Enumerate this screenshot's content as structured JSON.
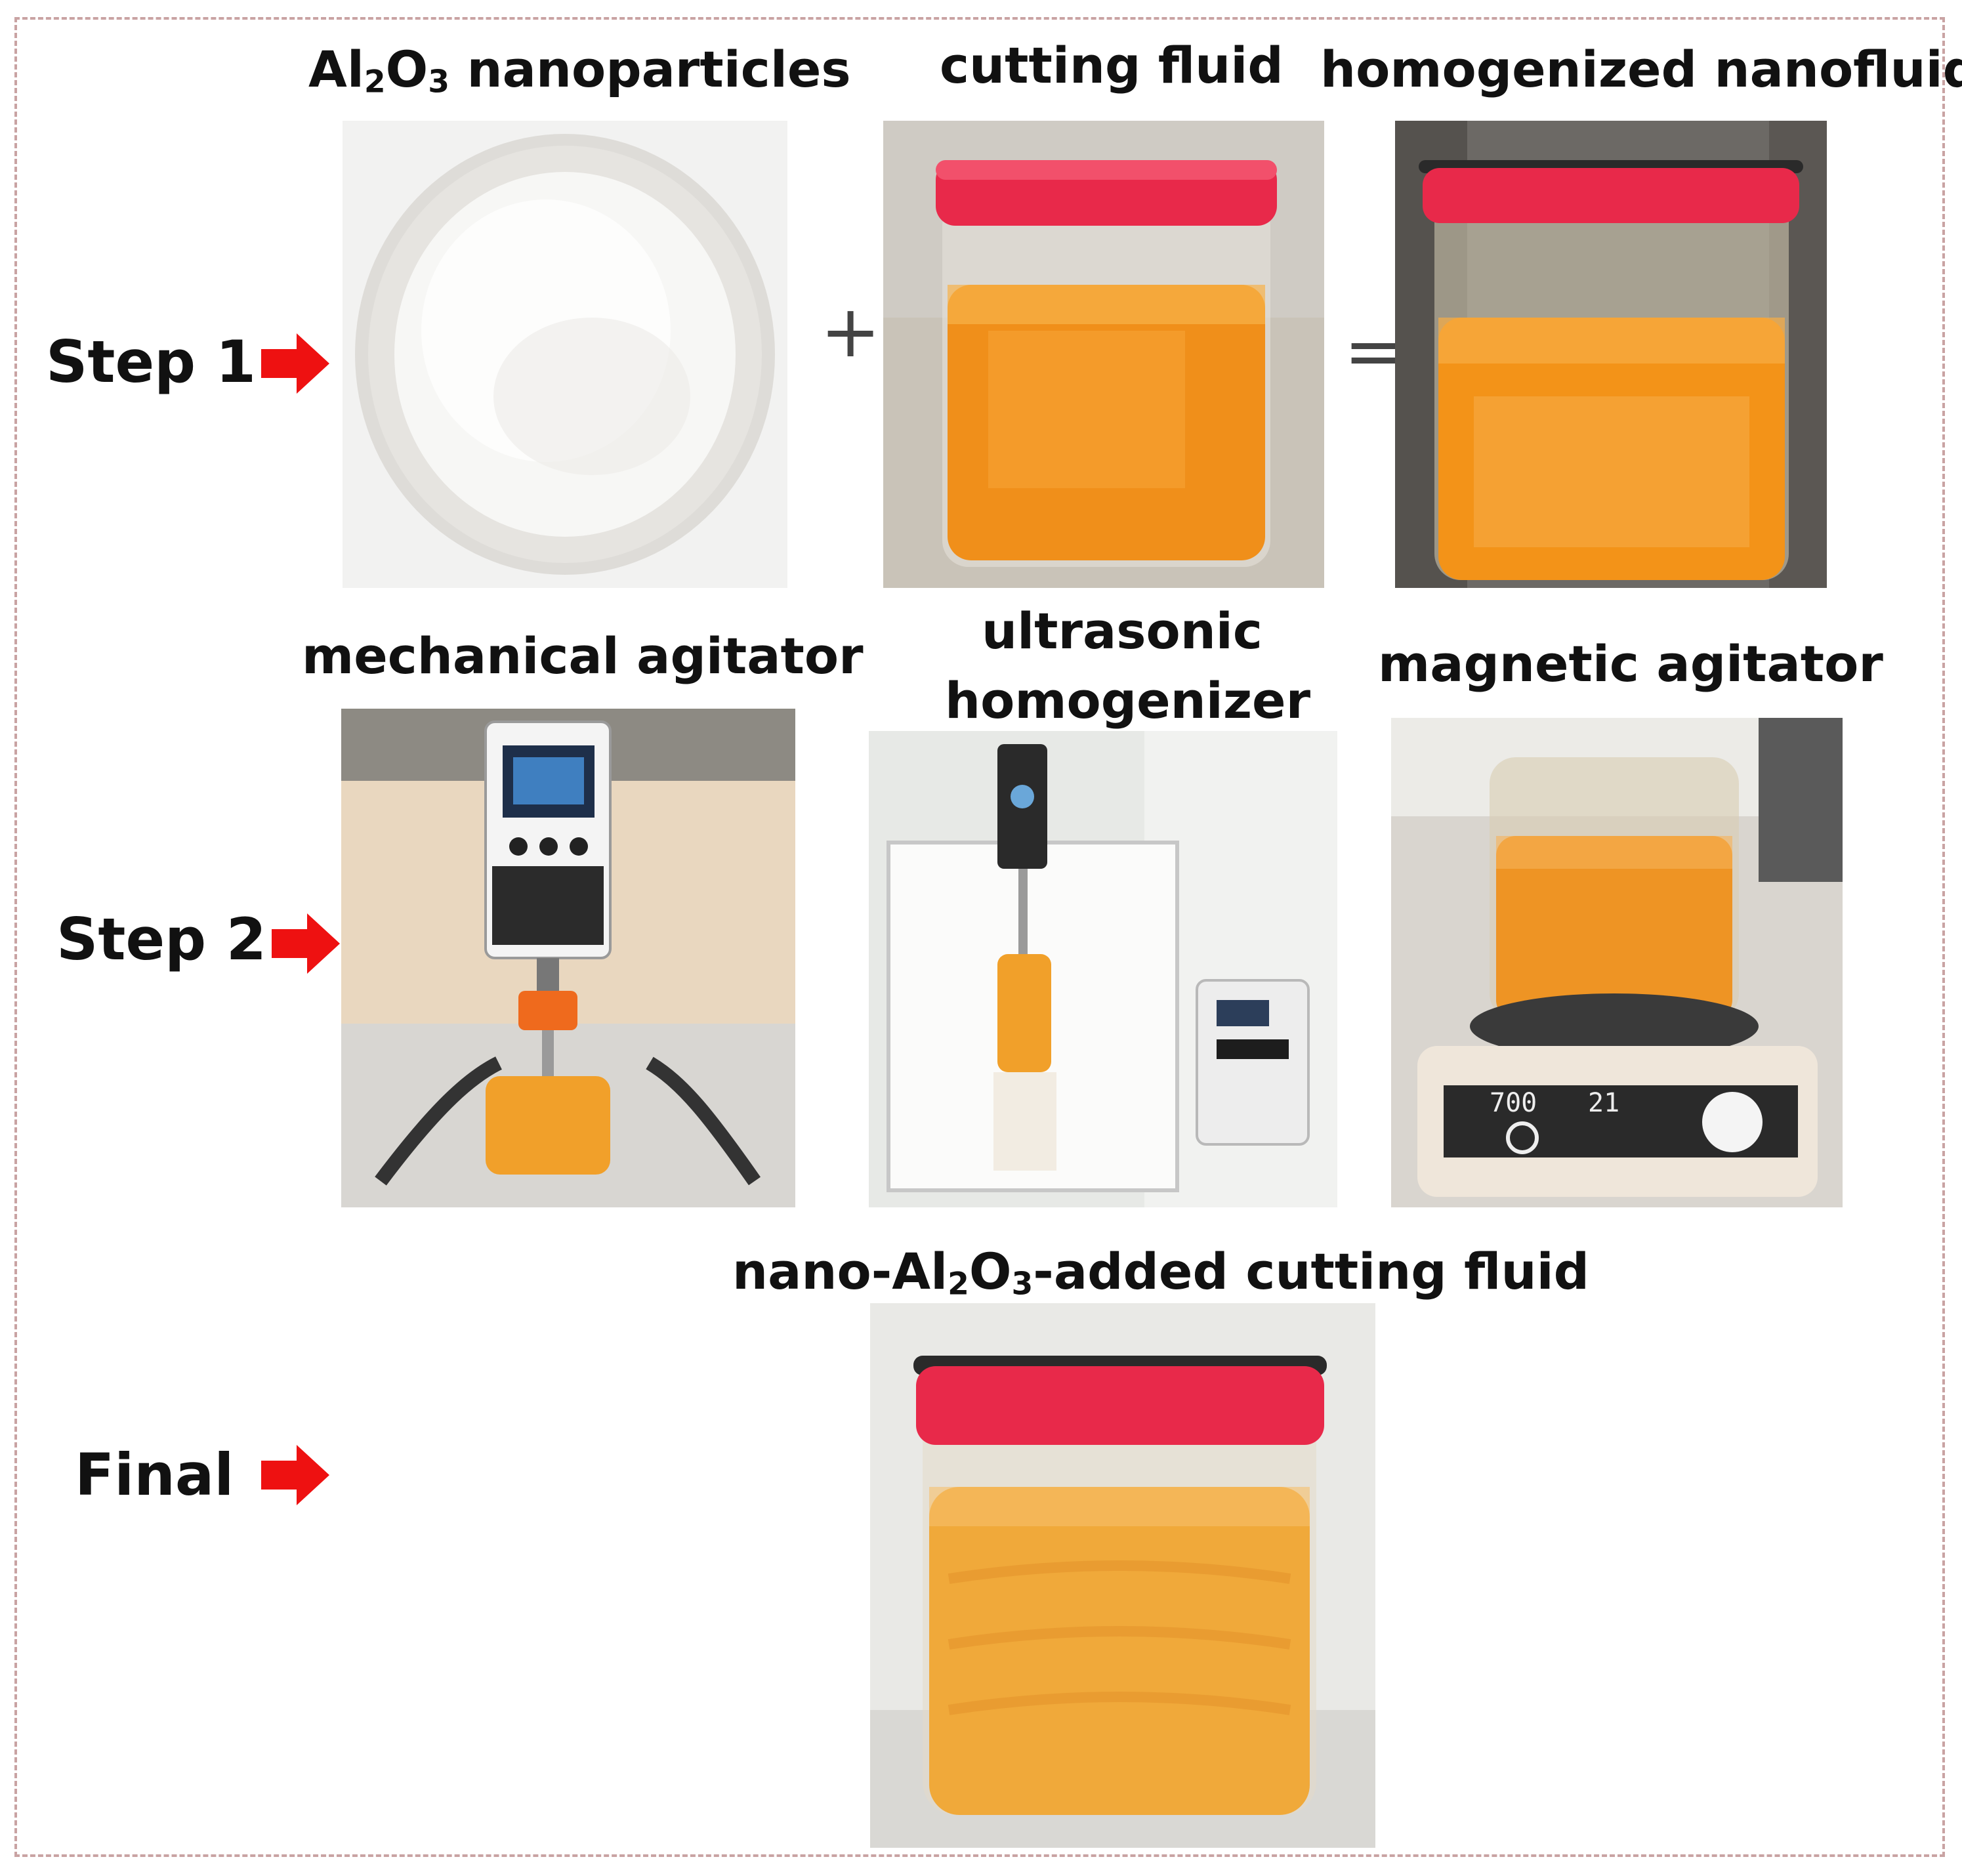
{
  "labels": {
    "alumina_pre": "Al",
    "alumina_sub1": "2",
    "alumina_mid": "O",
    "alumina_sub2": "3",
    "alumina_post": " nanoparticles",
    "cutting_fluid": "cutting fluid",
    "homogenized_nanofluid": "homogenized nanofluid",
    "mechanical_agitator": "mechanical agitator",
    "ultrasonic_line1": "ultrasonic",
    "ultrasonic_line2": "homogenizer",
    "magnetic_agitator": "magnetic agitator",
    "final_pre": "nano-Al",
    "final_sub1": "2",
    "final_mid": "O",
    "final_sub2": "3",
    "final_post": "-added cutting fluid"
  },
  "steps": {
    "step1": "Step 1",
    "step2": "Step 2",
    "final": "Final"
  },
  "operators": {
    "plus": "+",
    "equals": "="
  },
  "display": {
    "stirrer_readout_left": "700",
    "stirrer_readout_right": "21"
  },
  "icons": {
    "step_arrow": "right-arrow-icon"
  },
  "colors": {
    "arrow_red": "#ee1111",
    "lid_red": "#e8294a",
    "fluid_orange": "#f59a1c",
    "fluid_amber": "#f0a93a"
  }
}
